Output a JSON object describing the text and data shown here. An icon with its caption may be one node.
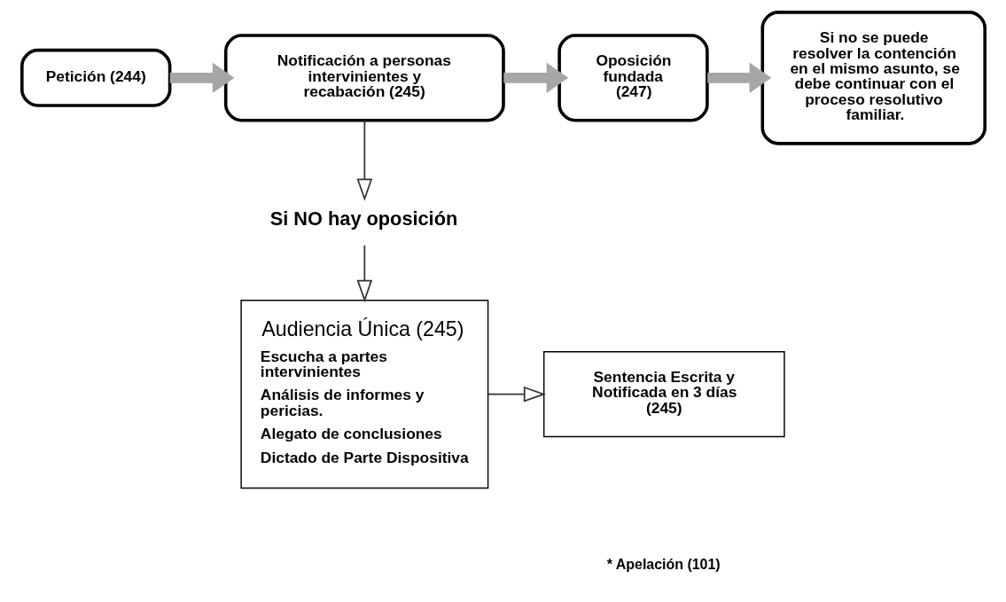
{
  "diagram": {
    "nodes": [
      {
        "text": [
          "Petición (244)"
        ]
      },
      {
        "text": [
          "Notificación a personas intervinientes y recabación (245)"
        ]
      },
      {
        "text": [
          "Oposición fundada (247)"
        ]
      },
      {
        "text": [
          "Si no se puede resolver la contención en el mismo asunto, se debe continuar con el proceso resolutivo familiar."
        ]
      },
      {
        "text": [
          "Si NO hay oposición"
        ]
      },
      {
        "text": [
          "Audiencia Única (245)",
          "Escucha a partes intervinientes",
          "Análisis de informes y pericias.",
          "Alegato de conclusiones",
          "Dictado de Parte Dispositiva"
        ]
      },
      {
        "text": [
          "Sentencia Escrita y Notificada en 3 días (245)"
        ]
      }
    ],
    "edges": [
      {
        "from": 0,
        "to": 1,
        "arrow": "to",
        "style": "thick",
        "color": "#a6a6a6"
      },
      {
        "from": 1,
        "to": 2,
        "arrow": "to",
        "style": "thick",
        "color": "#a6a6a6"
      },
      {
        "from": 2,
        "to": 3,
        "arrow": "to",
        "style": "thick",
        "color": "#a6a6a6"
      },
      {
        "from": 1,
        "to": 4,
        "arrow": "to",
        "color": "#333333"
      },
      {
        "from": 4,
        "to": 5,
        "arrow": "to",
        "color": "#333333"
      },
      {
        "from": 5,
        "to": 6,
        "arrow": "to",
        "color": "#333333"
      }
    ],
    "labels": [
      "* Apelación (101)"
    ]
  }
}
